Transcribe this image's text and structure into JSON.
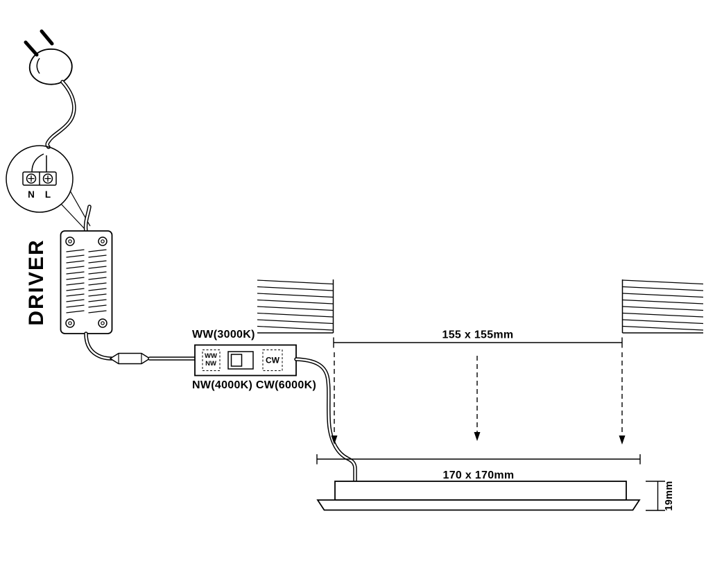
{
  "colors": {
    "line": "#000000",
    "background": "#ffffff"
  },
  "terminal": {
    "n": "N",
    "l": "L"
  },
  "driver": {
    "label": "DRIVER"
  },
  "switch": {
    "top_label": "WW(3000K)",
    "bottom_label": "NW(4000K) CW(6000K)",
    "ww": "WW",
    "nw": "NW",
    "cw": "CW"
  },
  "dimensions": {
    "cutout": "155 x 155mm",
    "panel": "170 x 170mm",
    "height": "19mm"
  }
}
